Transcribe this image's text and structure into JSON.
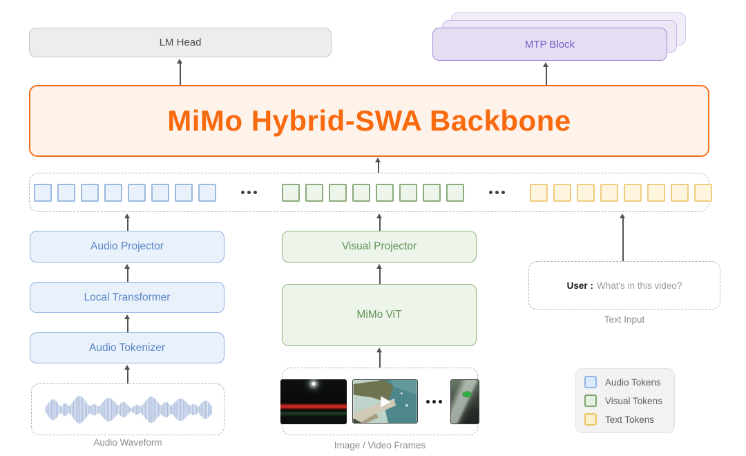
{
  "blocks": {
    "lm_head": "LM Head",
    "mtp_block": "MTP Block",
    "backbone": "MiMo Hybrid-SWA Backbone",
    "audio_projector": "Audio Projector",
    "local_transformer": "Local Transformer",
    "audio_tokenizer": "Audio Tokenizer",
    "visual_projector": "Visual Projector",
    "mimo_vit": "MiMo ViT"
  },
  "inputs": {
    "audio_caption": "Audio Waveform",
    "visual_caption": "Image / Video Frames",
    "text_caption": "Text Input",
    "user_label": "User :",
    "user_message": "What's in this video?"
  },
  "token_row": {
    "groups": [
      {
        "type": "audio",
        "count": 8
      },
      {
        "type": "visual",
        "count": 8
      },
      {
        "type": "text",
        "count": 8
      }
    ],
    "separator": "..."
  },
  "legend": {
    "items": [
      {
        "type": "audio",
        "label": "Audio Tokens",
        "fill": "#dcebfb",
        "border": "#93b6e4"
      },
      {
        "type": "visual",
        "label": "Visual Tokens",
        "fill": "#e5f0e1",
        "border": "#7da46e"
      },
      {
        "type": "text",
        "label": "Text Tokens",
        "fill": "#fbeecb",
        "border": "#eac564"
      }
    ]
  },
  "colors": {
    "backbone_accent": "#f9690e",
    "backbone_border": "#f4701c",
    "purple_accent": "#7757c5",
    "blue_accent": "#5b87c9",
    "green_accent": "#639457",
    "arrow": "#525252"
  }
}
